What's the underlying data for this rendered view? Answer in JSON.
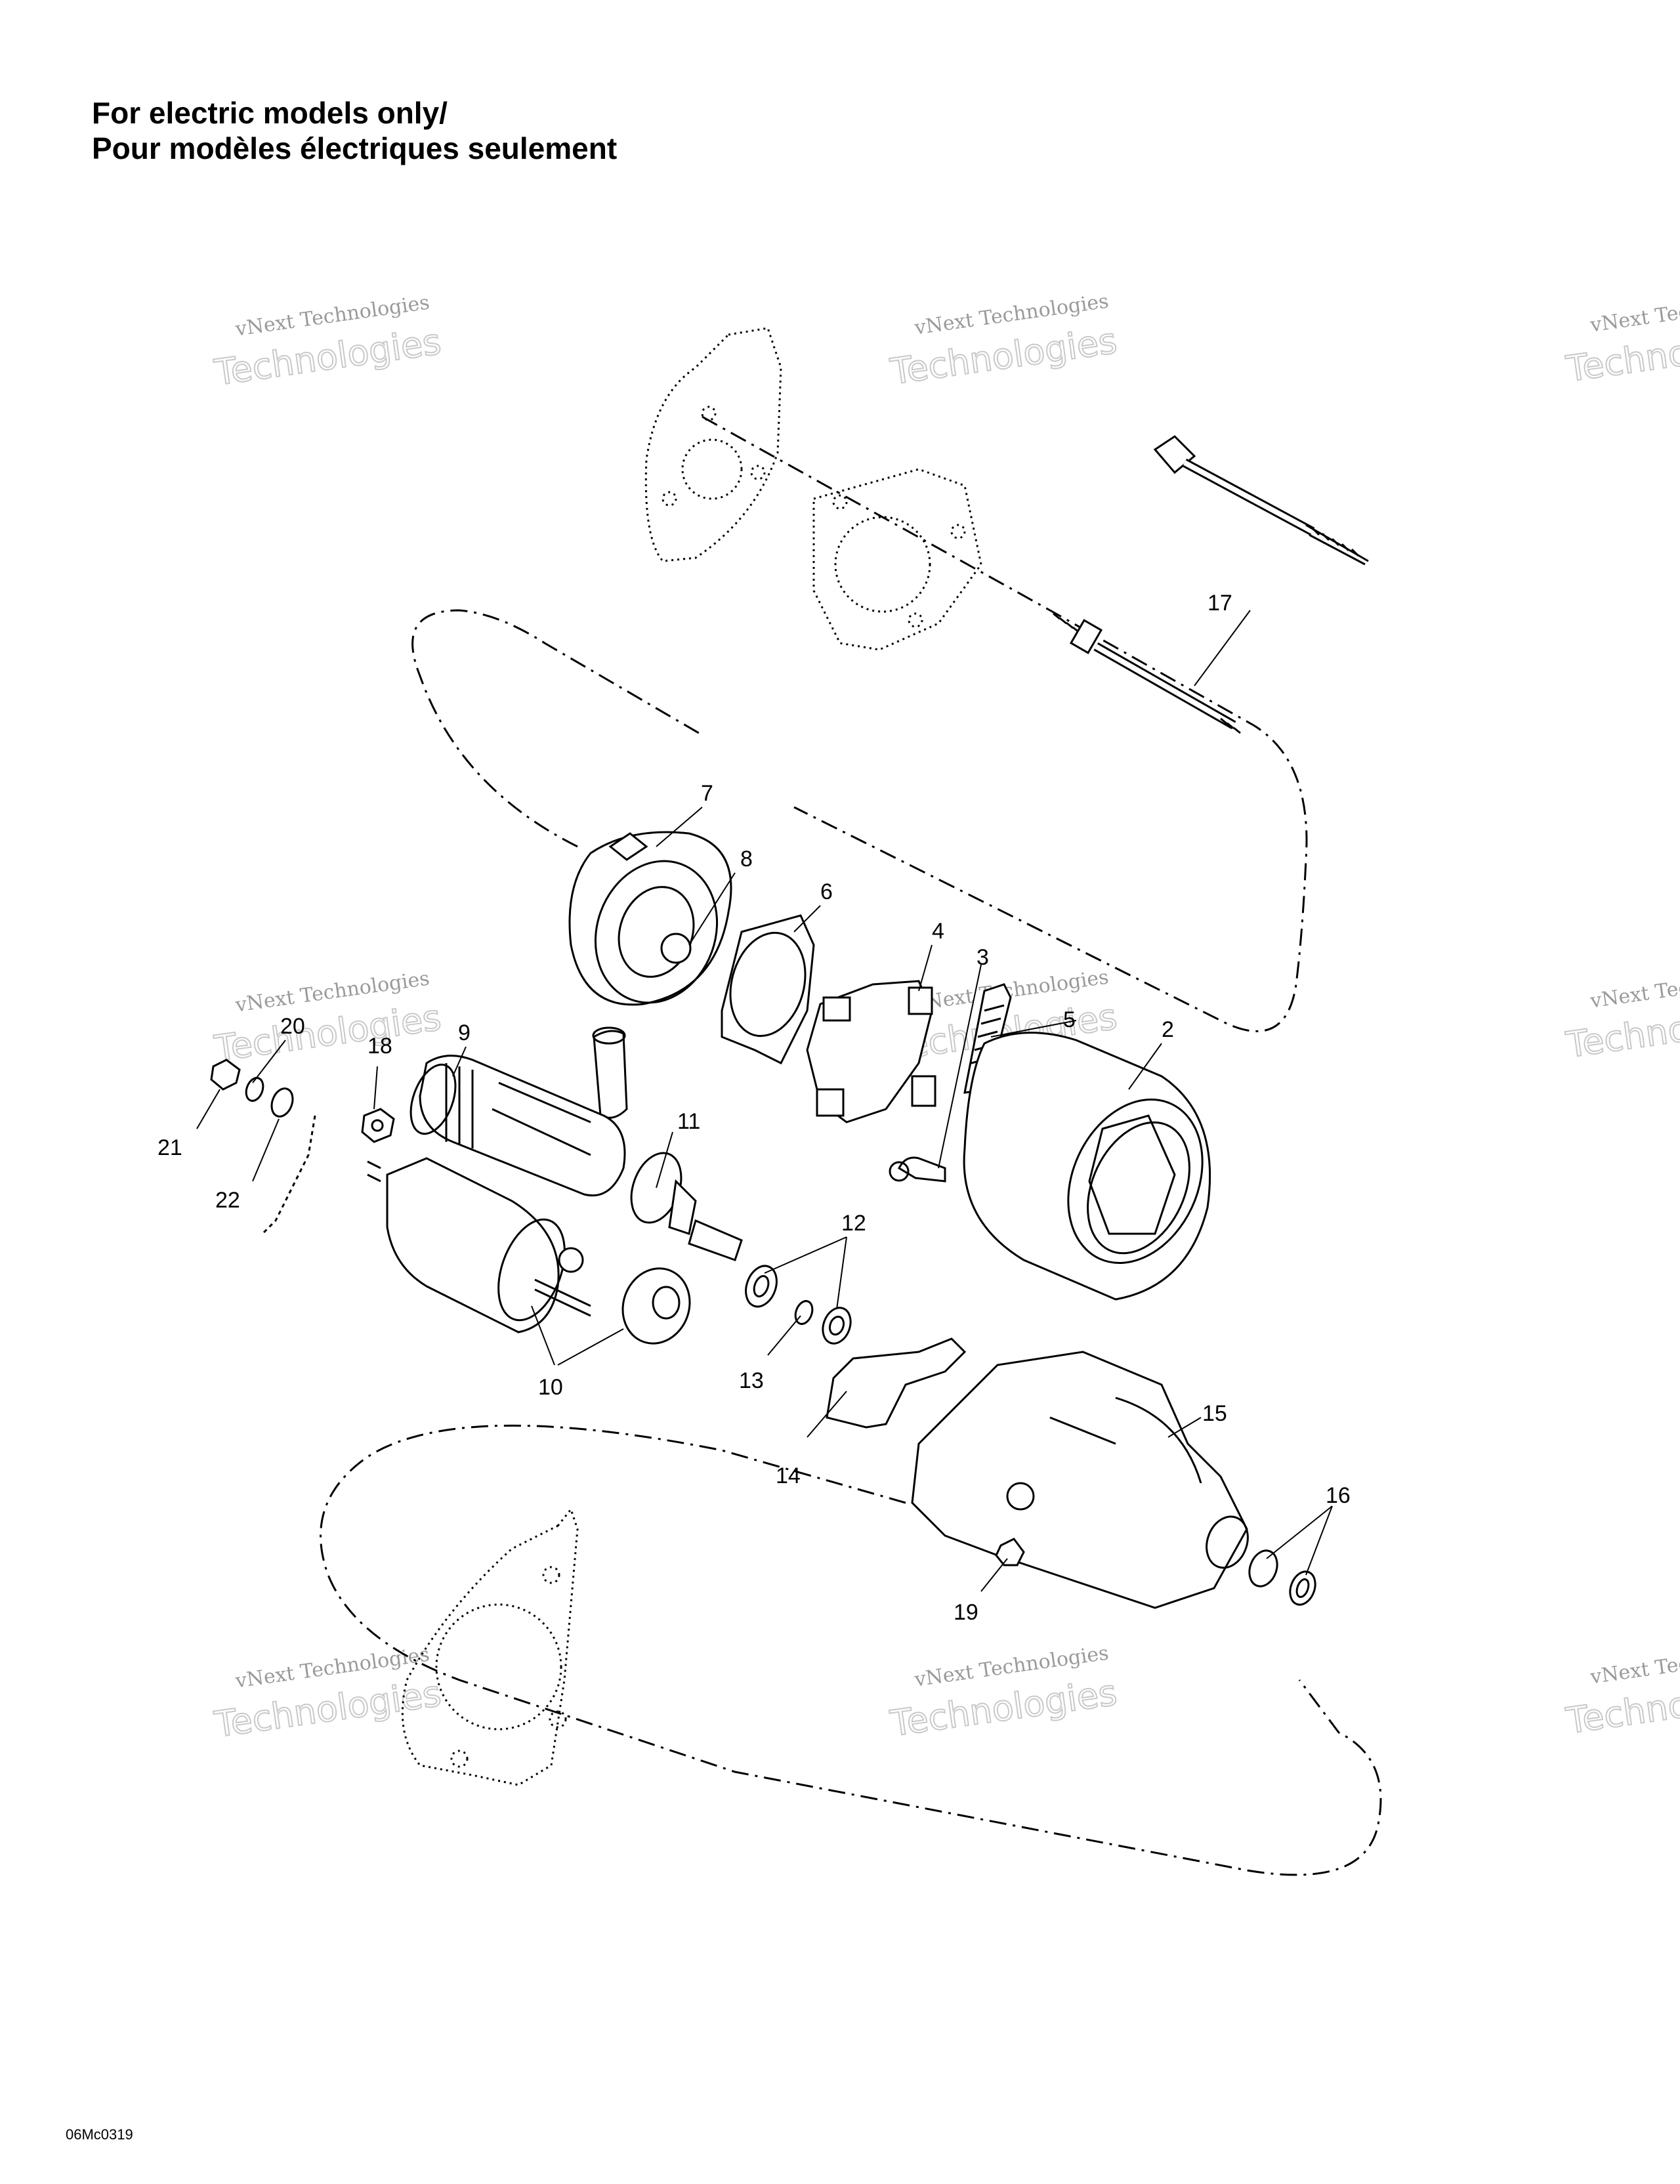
{
  "title": {
    "line1": "For electric models only/",
    "line2": "Pour modèles électriques seulement"
  },
  "callouts": [
    {
      "id": "c2",
      "text": "2"
    },
    {
      "id": "c3",
      "text": "3"
    },
    {
      "id": "c4",
      "text": "4"
    },
    {
      "id": "c5",
      "text": "5"
    },
    {
      "id": "c6",
      "text": "6"
    },
    {
      "id": "c7",
      "text": "7"
    },
    {
      "id": "c8",
      "text": "8"
    },
    {
      "id": "c9",
      "text": "9"
    },
    {
      "id": "c10",
      "text": "10"
    },
    {
      "id": "c11",
      "text": "11"
    },
    {
      "id": "c12",
      "text": "12"
    },
    {
      "id": "c13",
      "text": "13"
    },
    {
      "id": "c14",
      "text": "14"
    },
    {
      "id": "c15",
      "text": "15"
    },
    {
      "id": "c16",
      "text": "16"
    },
    {
      "id": "c17",
      "text": "17"
    },
    {
      "id": "c18",
      "text": "18"
    },
    {
      "id": "c19",
      "text": "19"
    },
    {
      "id": "c20",
      "text": "20"
    },
    {
      "id": "c21",
      "text": "21"
    },
    {
      "id": "c22",
      "text": "22"
    }
  ],
  "watermark": {
    "line1": "vNext Technologies",
    "line2": "Technologies"
  },
  "footer_code": "06Mc0319"
}
